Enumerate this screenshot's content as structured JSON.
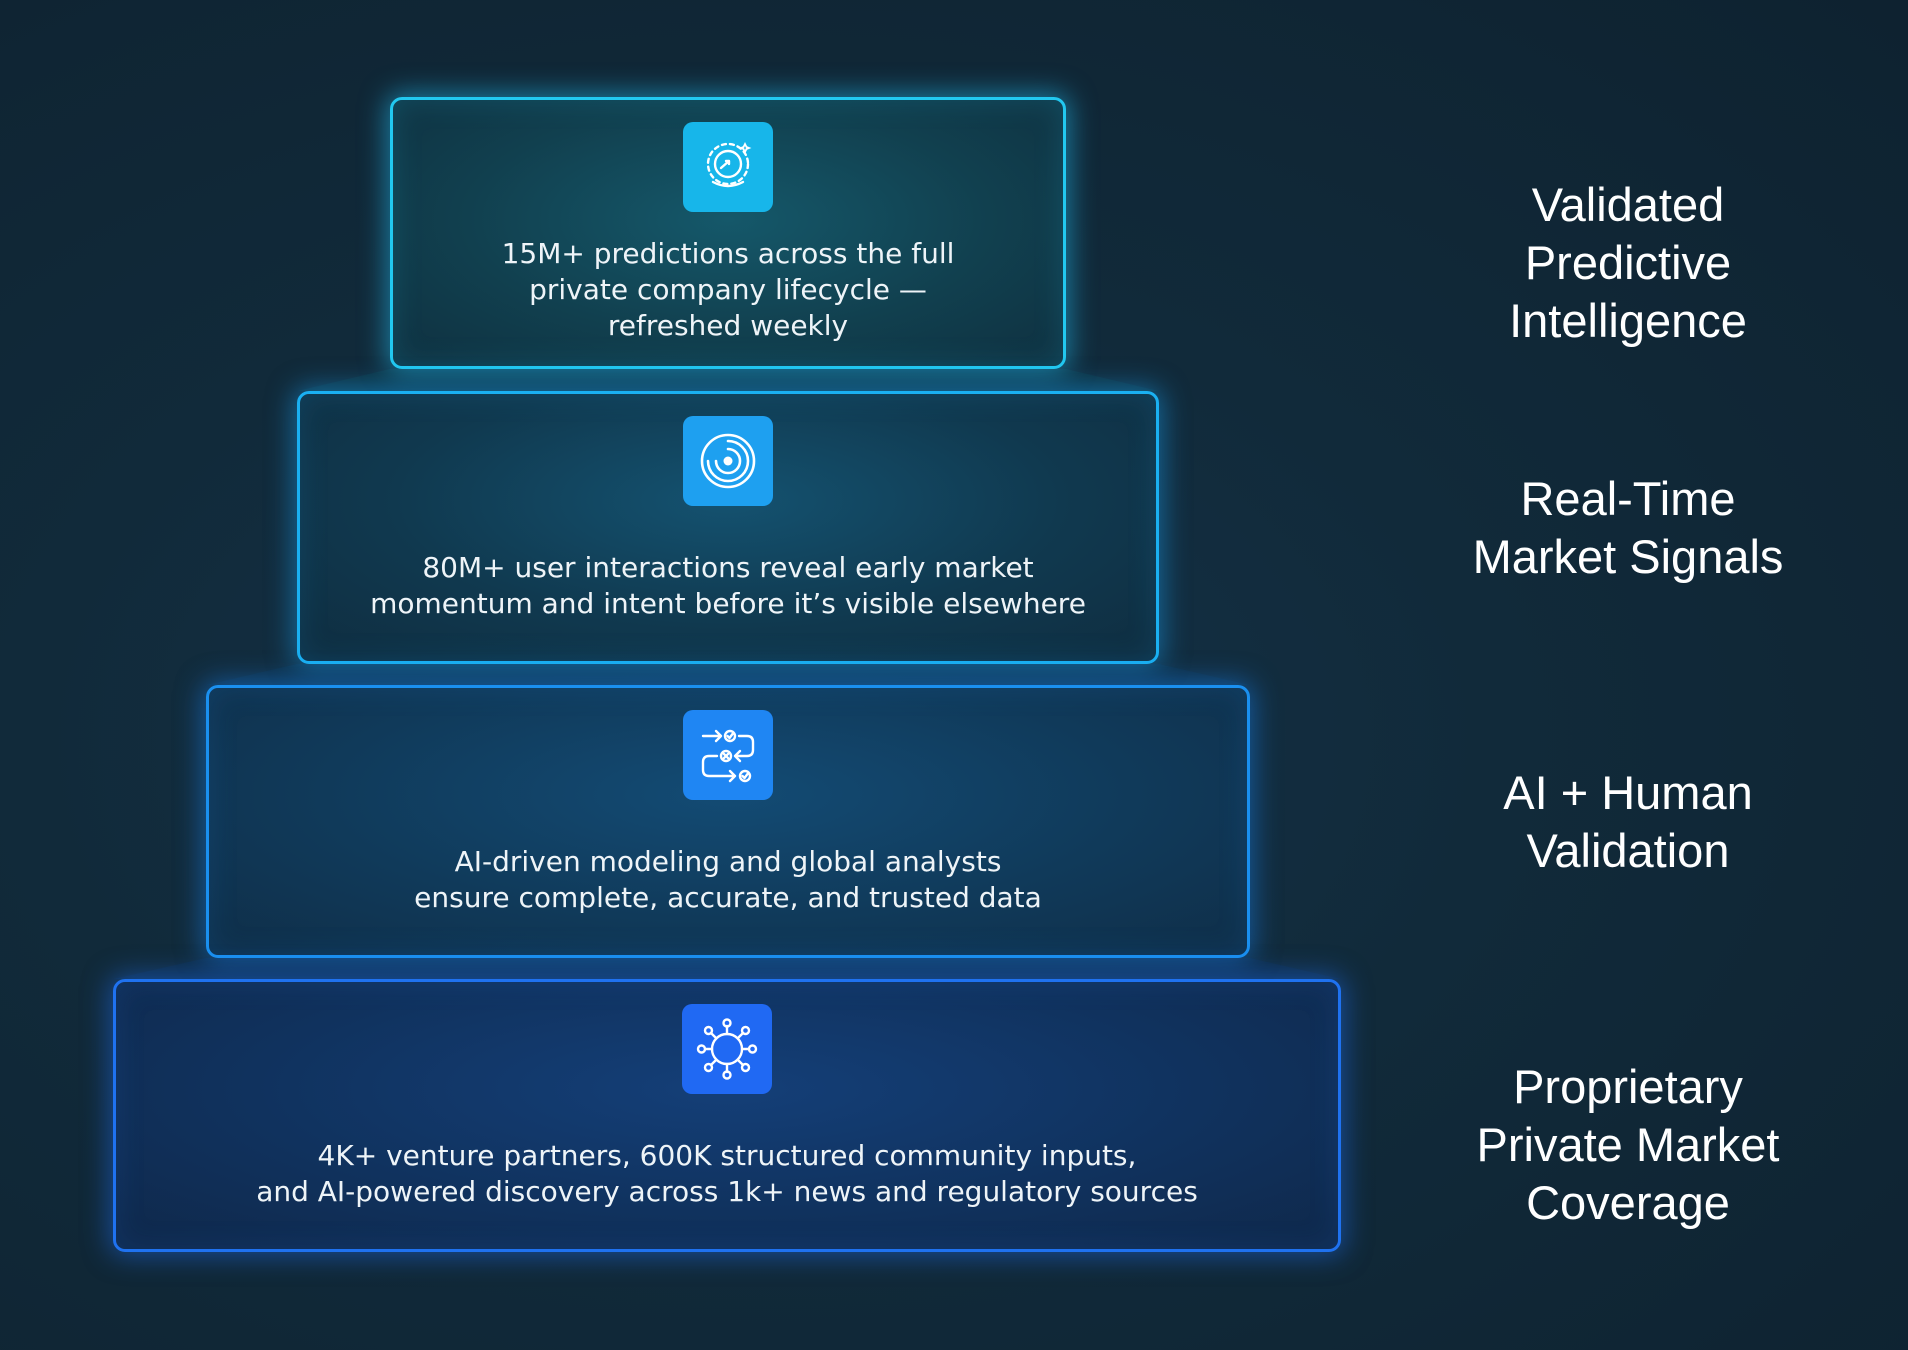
{
  "tiers": [
    {
      "title": "Validated Predictive Intelligence",
      "title_lines": [
        "Validated",
        "Predictive",
        "Intelligence"
      ],
      "description_lines": [
        "15M+ predictions across the full",
        "private company lifecycle —",
        "refreshed weekly"
      ],
      "icon": "crystal-ball-icon",
      "accent": "#22c8f0"
    },
    {
      "title": "Real-Time Market Signals",
      "title_lines": [
        "Real-Time",
        "Market Signals"
      ],
      "description_lines": [
        "80M+ user interactions reveal early market",
        "momentum and intent before it’s visible elsewhere"
      ],
      "icon": "radar-target-icon",
      "accent": "#1ab0f2"
    },
    {
      "title": "AI + Human Validation",
      "title_lines": [
        "AI + Human",
        "Validation"
      ],
      "description_lines": [
        "AI-driven modeling and global analysts",
        "ensure complete, accurate, and trusted data"
      ],
      "icon": "workflow-validation-icon",
      "accent": "#1a90f0"
    },
    {
      "title": "Proprietary Private Market Coverage",
      "title_lines": [
        "Proprietary",
        "Private Market",
        "Coverage"
      ],
      "description_lines": [
        "4K+ venture partners, 600K structured community inputs,",
        "and AI-powered discovery across 1k+ news and regulatory sources"
      ],
      "icon": "network-hub-icon",
      "accent": "#1f72f0"
    }
  ],
  "colors": {
    "background": "#112a3a",
    "connector": "#2a7fa8"
  }
}
